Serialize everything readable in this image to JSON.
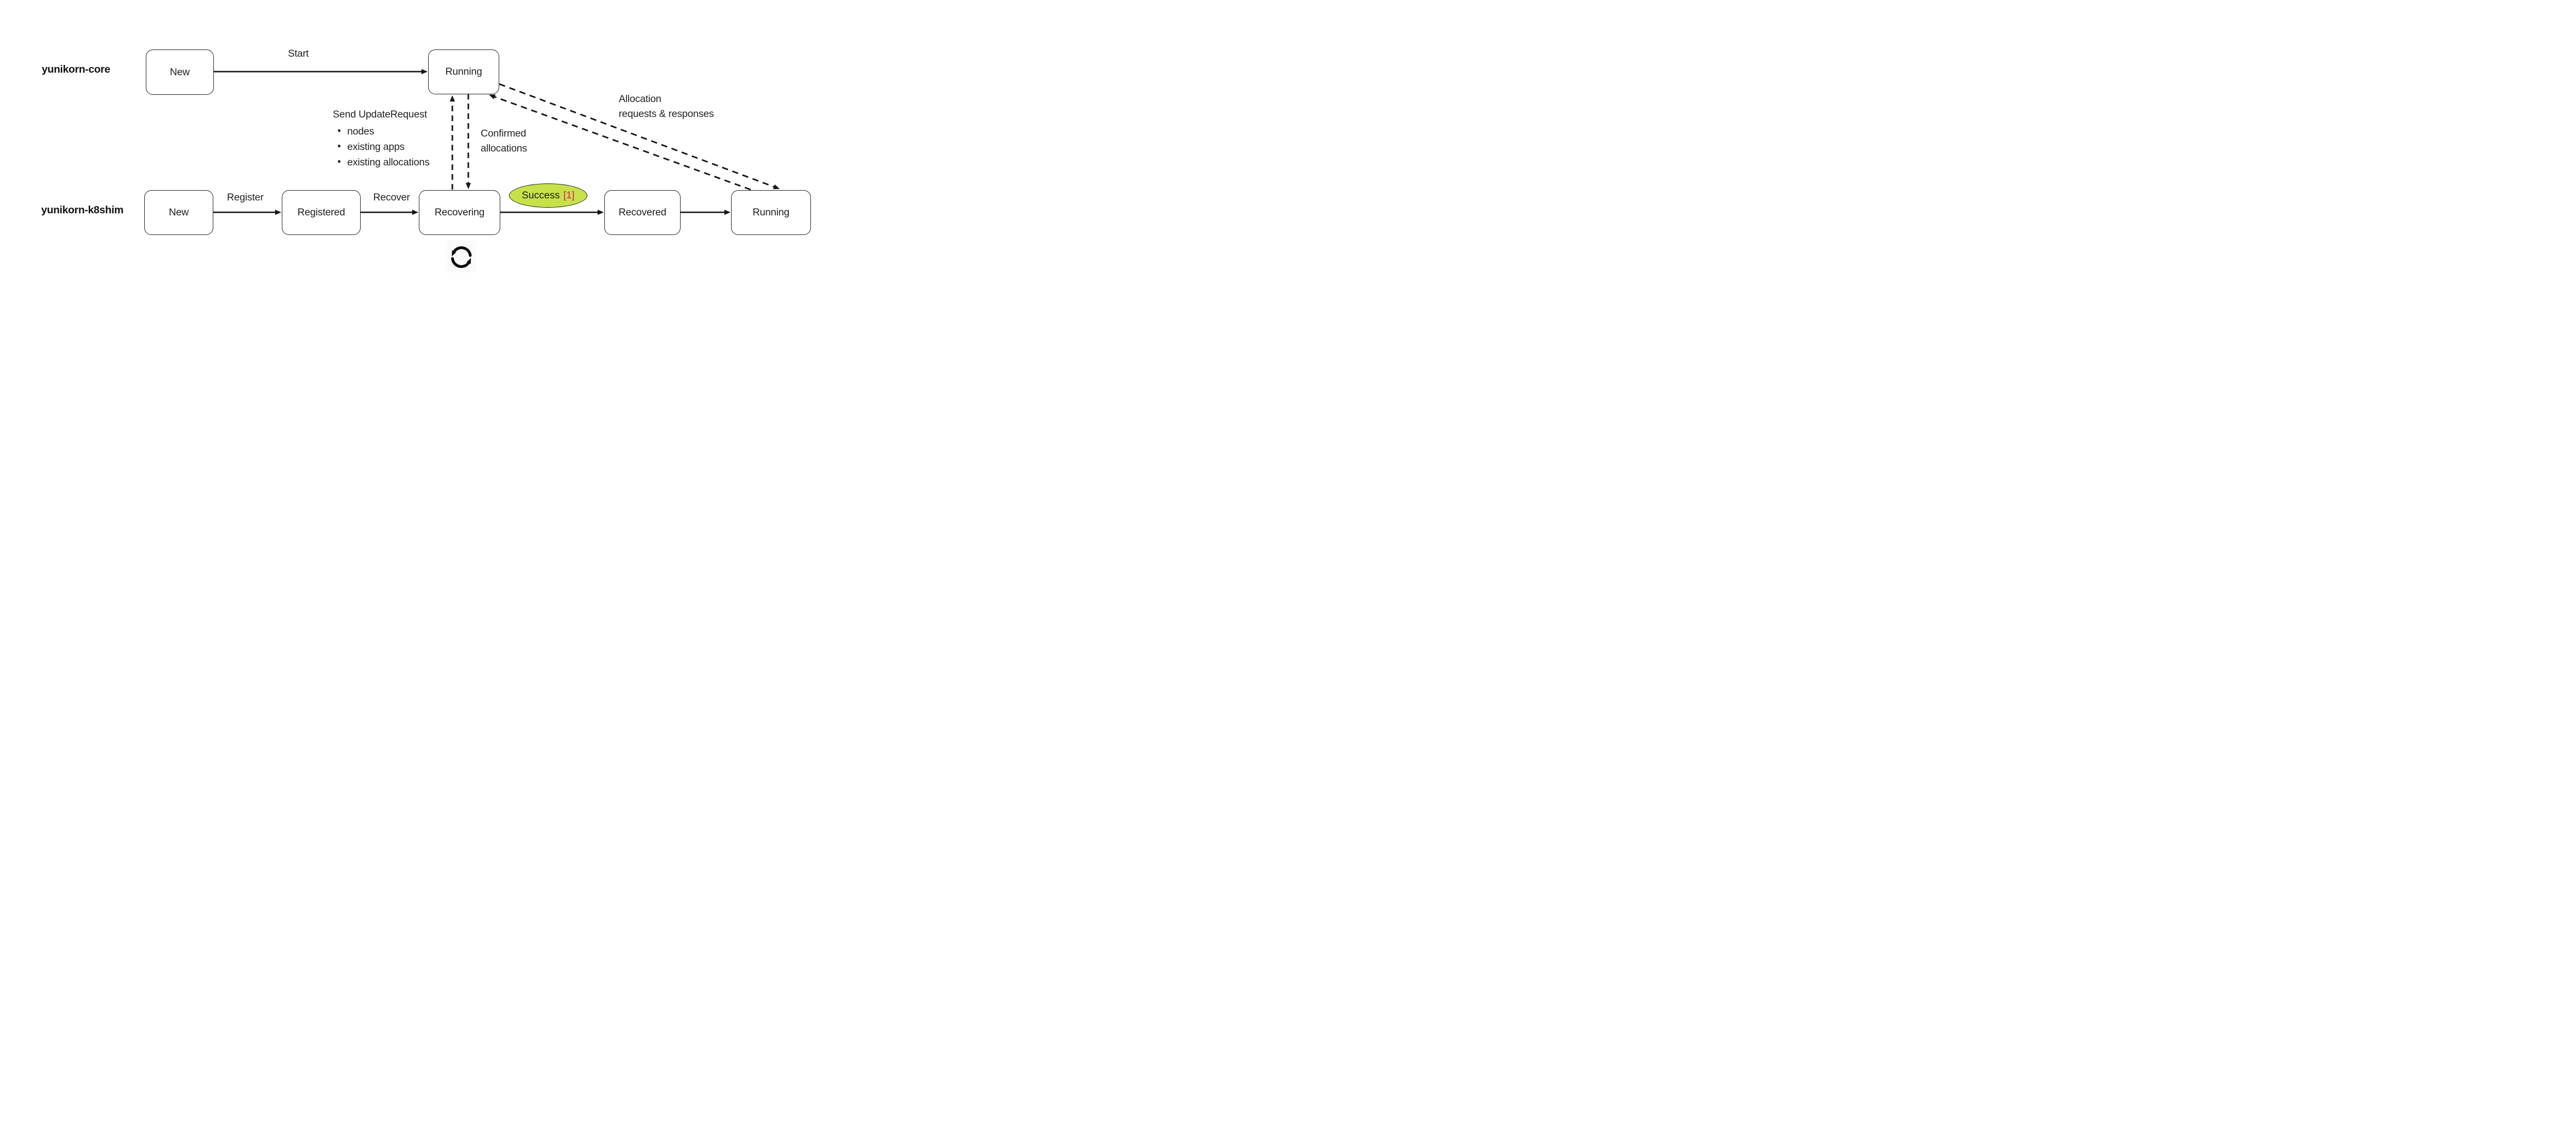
{
  "labels": {
    "core_row": "yunikorn-core",
    "k8shim_row": "yunikorn-k8shim"
  },
  "core": {
    "states": [
      "New",
      "Running"
    ],
    "transitions": {
      "start": "Start"
    }
  },
  "k8shim": {
    "states": [
      "New",
      "Registered",
      "Recovering",
      "Recovered",
      "Running"
    ],
    "transitions": {
      "register": "Register",
      "recover": "Recover"
    }
  },
  "notes": {
    "send_update": {
      "title": "Send UpdateRequest",
      "bullets": [
        "nodes",
        "existing apps",
        "existing allocations"
      ]
    },
    "confirmed": {
      "line1": "Confirmed",
      "line2": "allocations"
    },
    "allocation": {
      "line1": "Allocation",
      "line2": "requests & responses"
    }
  },
  "success": {
    "label": "Success",
    "ref": "[1]"
  },
  "icons": {
    "refresh": "refresh-cycle"
  },
  "colors": {
    "success_fill": "#c6e14a",
    "success_ref": "#e0195d",
    "line": "#161616",
    "text": "#1d1d1d"
  }
}
